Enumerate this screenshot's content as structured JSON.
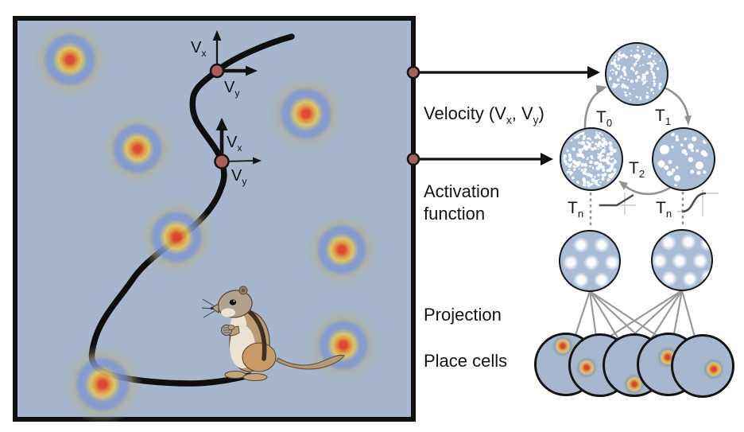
{
  "labels": {
    "velocity": {
      "pre": "Velocity (V",
      "sub1": "x",
      "mid": ", V",
      "sub2": "y",
      "post": ")"
    },
    "activation_line1": "Activation",
    "activation_line2": "function",
    "projection": "Projection",
    "place_cells": "Place cells"
  },
  "transitions": [
    {
      "base": "T",
      "sub": "0"
    },
    {
      "base": "T",
      "sub": "1"
    },
    {
      "base": "T",
      "sub": "2"
    },
    {
      "base": "T",
      "sub": "n"
    },
    {
      "base": "T",
      "sub": "n"
    }
  ],
  "vectors": {
    "point1": {
      "vx_base": "V",
      "vx_sub": "x",
      "vy_base": "V",
      "vy_sub": "y"
    },
    "point2": {
      "vx_base": "V",
      "vx_sub": "x",
      "vy_base": "V",
      "vy_sub": "y"
    }
  },
  "icons": {
    "activation_left": "relu-curve-icon",
    "activation_right": "sigmoid-curve-icon"
  },
  "colors": {
    "arena_background": "#a7b6cc",
    "neuron_fill": "#a9bcd5",
    "outline_black": "#141414",
    "connector_dot": "#a66058",
    "gray_arrow": "#939393",
    "place_field_center": "#df462d",
    "place_field_yellow": "#e2c760",
    "place_field_blue": "#7c94cb",
    "trajectory": "#0e0e0e"
  }
}
